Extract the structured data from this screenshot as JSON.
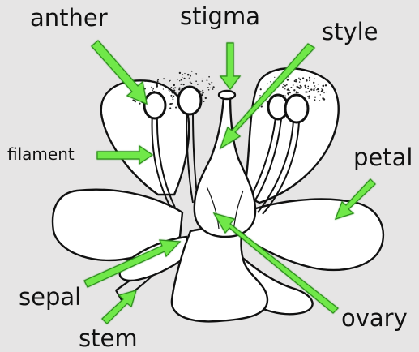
{
  "diagram": {
    "title": "",
    "colors": {
      "background": "#e6e5e5",
      "petal_fill": "#ffffff",
      "outline": "#111111",
      "arrow": "#6fe84a",
      "arrow_edge": "#2f8f1f"
    },
    "labels": {
      "anther": "anther",
      "stigma": "stigma",
      "style": "style",
      "filament": "filament",
      "petal": "petal",
      "sepal": "sepal",
      "ovary": "ovary",
      "stem": "stem"
    }
  }
}
